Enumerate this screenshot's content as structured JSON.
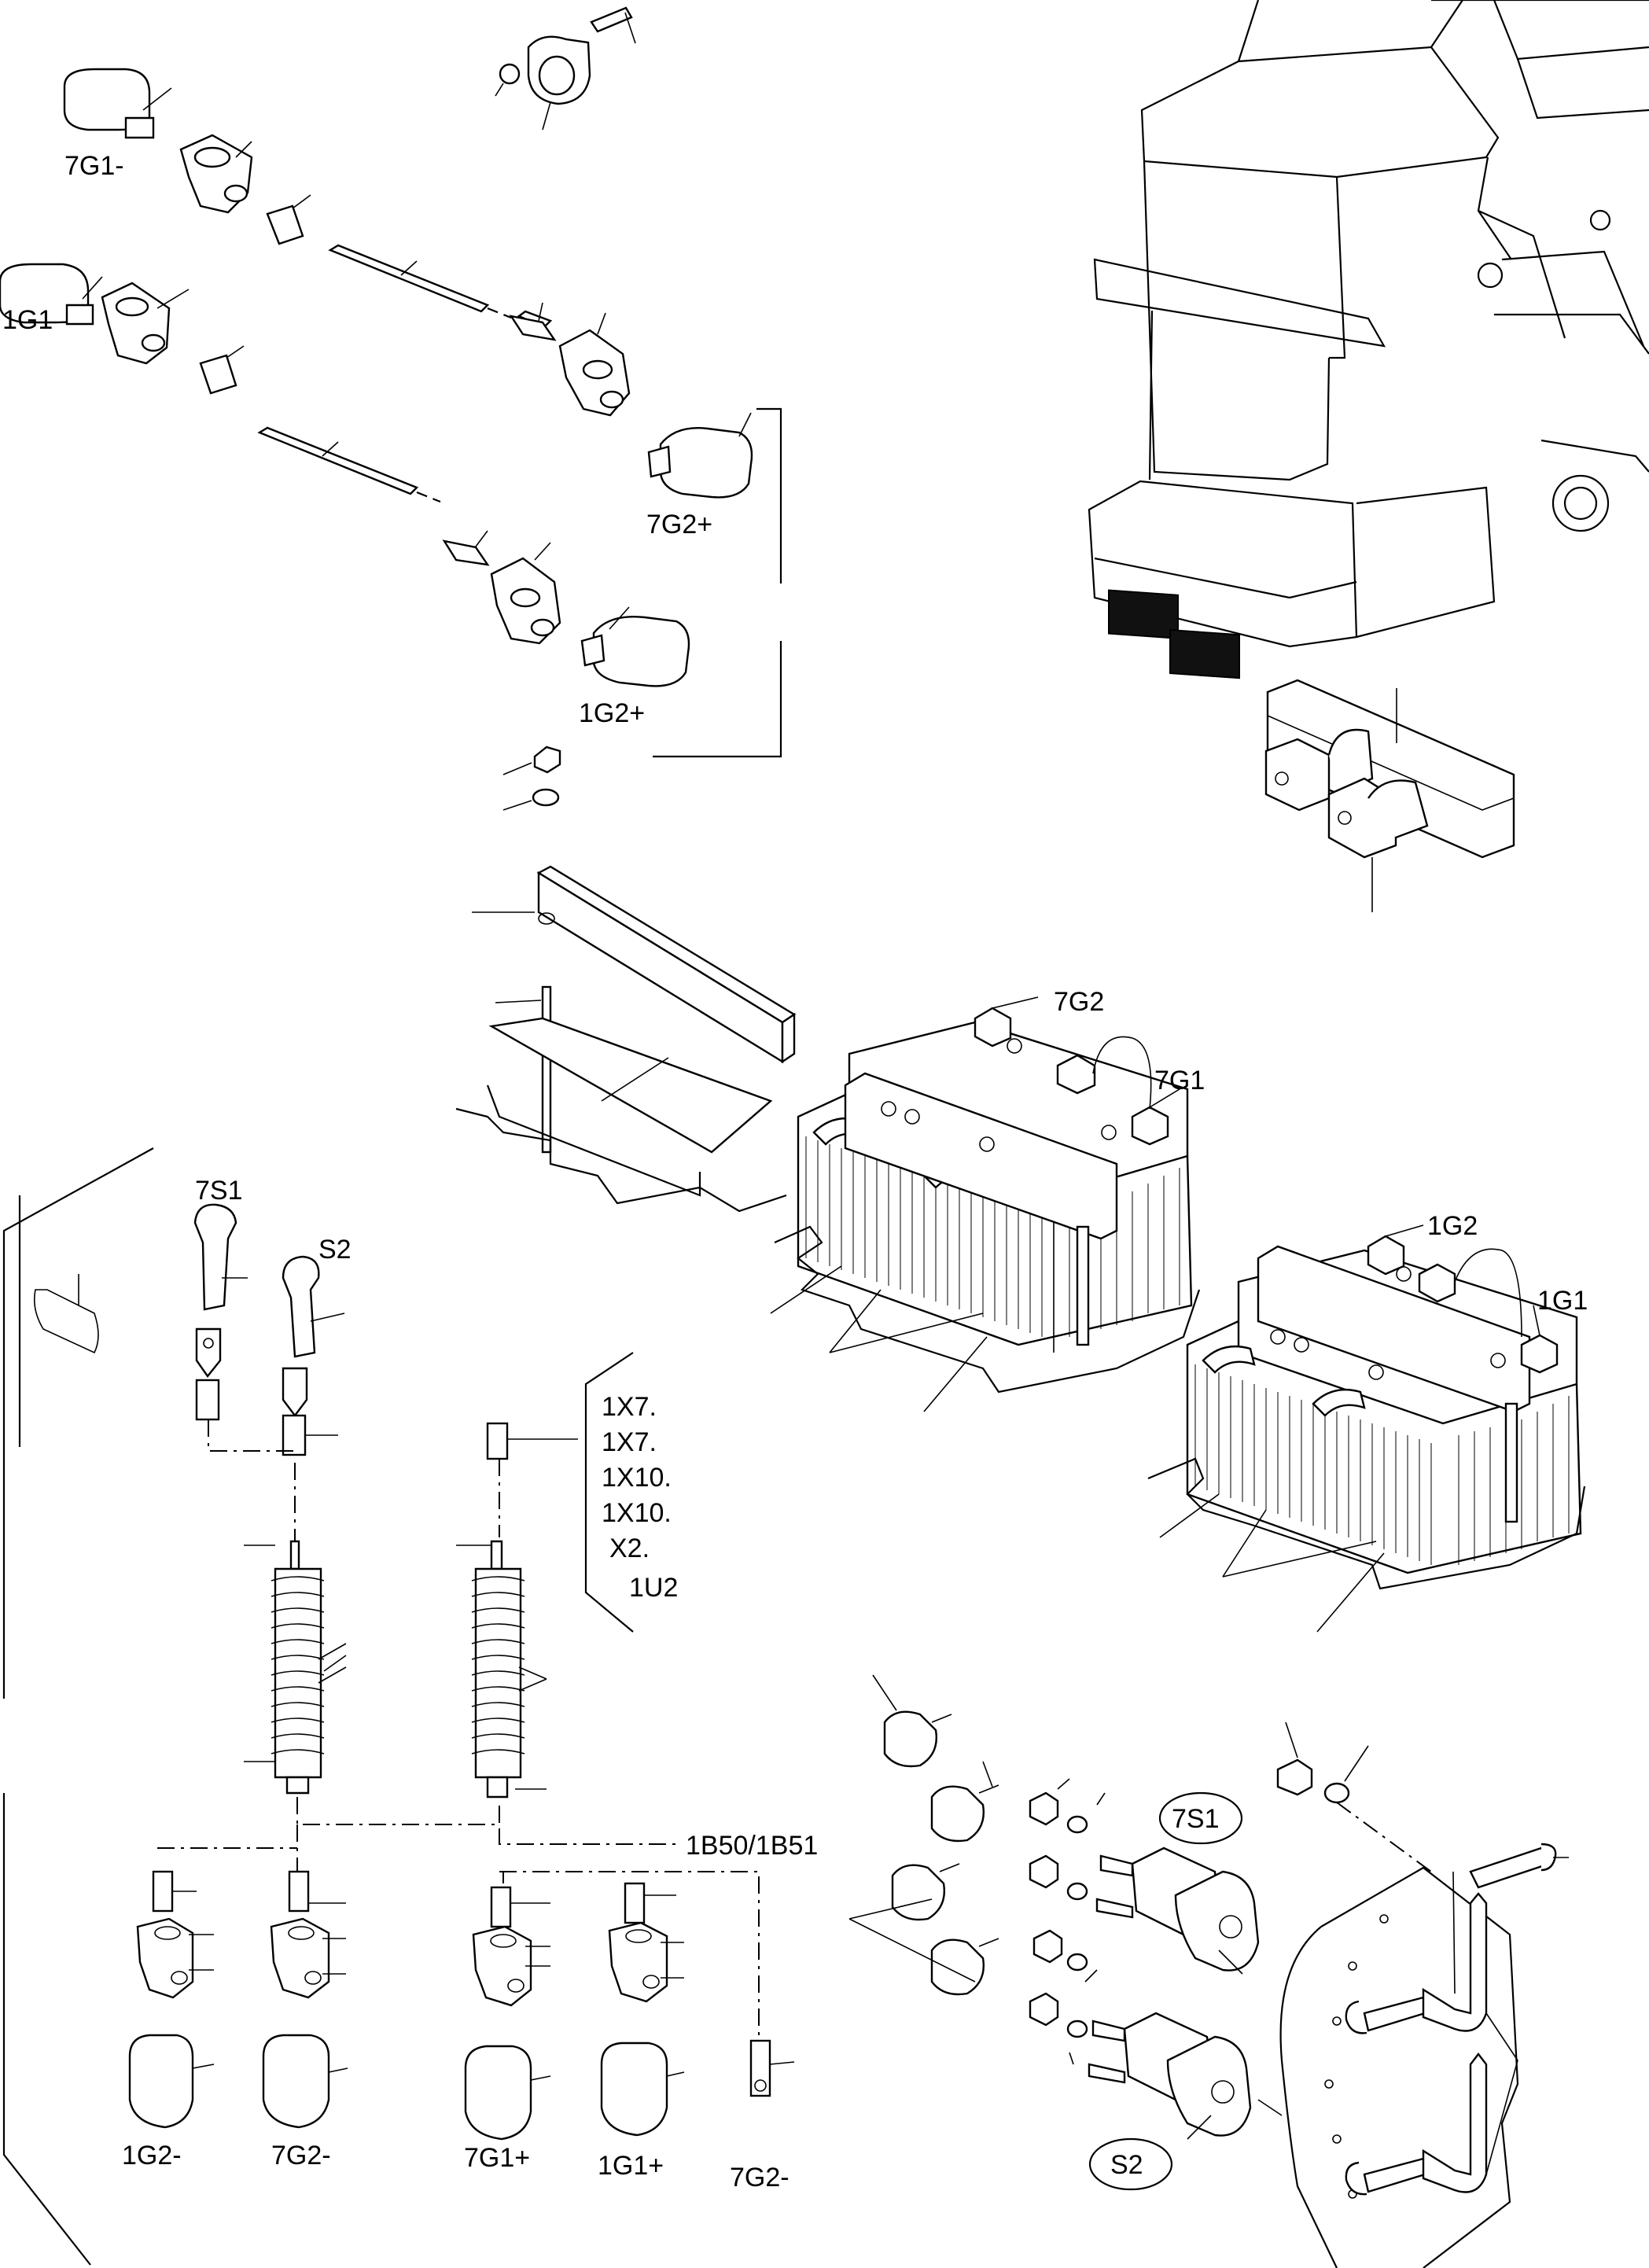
{
  "labels": {
    "cap_7g1_minus": "7G1-",
    "cap_1g1": "1G1",
    "cap_7g2_plus": "7G2+",
    "cap_1g2_plus": "1G2+",
    "battery_7g2": "7G2",
    "battery_7g1": "7G1",
    "battery_1g2": "1G2",
    "battery_1g1": "1G1",
    "switch_cap_7s1": "7S1",
    "switch_cap_s2": "S2",
    "conn_1x7_a": "1X7.",
    "conn_1x7_b": "1X7.",
    "conn_1x10_a": "1X10.",
    "conn_1x10_b": "1X10.",
    "conn_x2": "X2.",
    "conn_1u2": "1U2",
    "sensor_1b50": "1B50/1B51",
    "bottom_1g2_minus": "1G2-",
    "bottom_7g2_minus": "7G2-",
    "bottom_7g1_plus": "7G1+",
    "bottom_1g1_plus": "1G1+",
    "bottom_7g2_minus_lug": "7G2-",
    "relay_7s1": "7S1",
    "relay_s2": "S2"
  },
  "colors": {
    "line": "#000000",
    "background": "#ffffff",
    "terminal_block": "#111111"
  }
}
